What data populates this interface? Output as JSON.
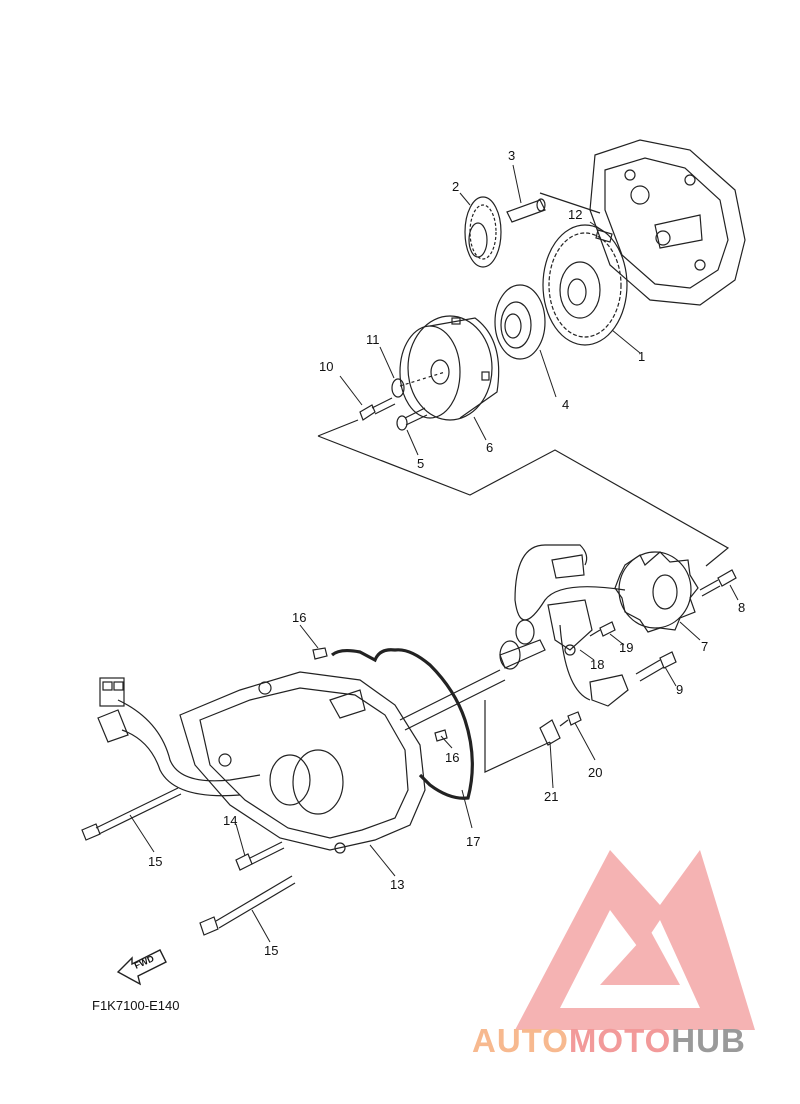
{
  "callouts": {
    "c1": "1",
    "c2": "2",
    "c3": "3",
    "c4": "4",
    "c5": "5",
    "c6": "6",
    "c7": "7",
    "c8": "8",
    "c9": "9",
    "c10": "10",
    "c11": "11",
    "c12": "12",
    "c13": "13",
    "c14": "14",
    "c15a": "15",
    "c15b": "15",
    "c16a": "16",
    "c16b": "16",
    "c17": "17",
    "c18": "18",
    "c19": "19",
    "c20": "20",
    "c21": "21"
  },
  "figure_code": "F1K7100-E140",
  "fwd_label": "FWD",
  "watermark": {
    "part1": "AUTO",
    "part2": "MOTO",
    "part3": "HUB",
    "colors": {
      "part1": "#f7b98f",
      "part2": "#f29a9a",
      "part3": "#9a9a9a",
      "logo": "#f08a8a"
    }
  }
}
